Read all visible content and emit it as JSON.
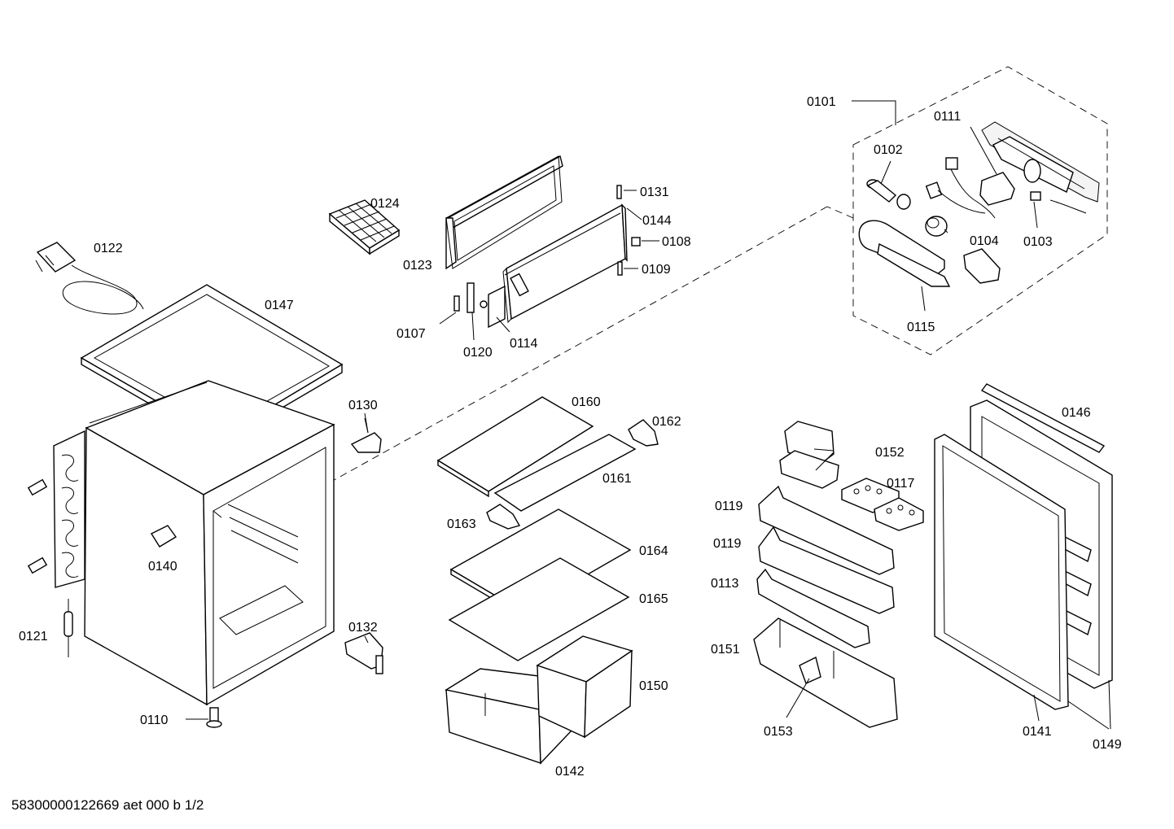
{
  "labels": {
    "p0101": "0101",
    "p0102": "0102",
    "p0111": "0111",
    "p0104": "0104",
    "p0103": "0103",
    "p0115": "0115",
    "p0124": "0124",
    "p0131": "0131",
    "p0144": "0144",
    "p0108": "0108",
    "p0109": "0109",
    "p0123": "0123",
    "p0107": "0107",
    "p0120": "0120",
    "p0114": "0114",
    "p0122": "0122",
    "p0147": "0147",
    "p0130": "0130",
    "p0140": "0140",
    "p0121": "0121",
    "p0132": "0132",
    "p0110": "0110",
    "p0160": "0160",
    "p0162": "0162",
    "p0161": "0161",
    "p0163": "0163",
    "p0164": "0164",
    "p0165": "0165",
    "p0150": "0150",
    "p0142": "0142",
    "p0152": "0152",
    "p0117": "0117",
    "p0119a": "0119",
    "p0119b": "0119",
    "p0113": "0113",
    "p0151": "0151",
    "p0153": "0153",
    "p0146": "0146",
    "p0141": "0141",
    "p0149": "0149"
  },
  "footer": "58300000122669 aet 000 b 1/2"
}
